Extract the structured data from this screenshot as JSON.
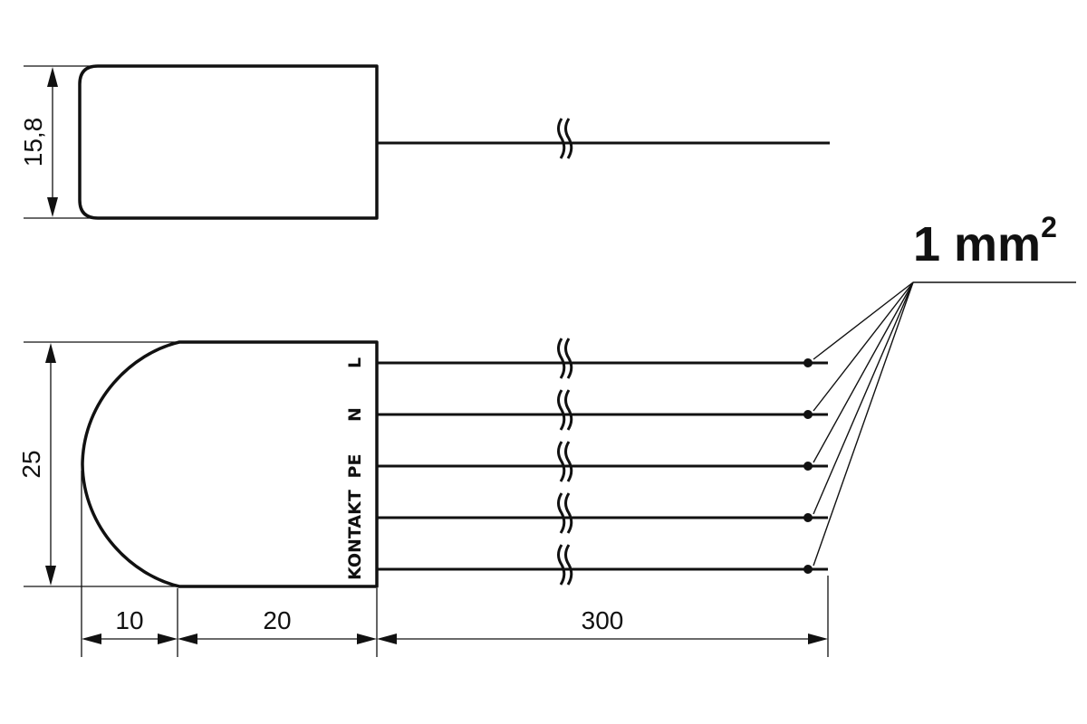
{
  "top_view": {
    "height_dimension": "15,8"
  },
  "front_view": {
    "height_dimension": "25",
    "width_dimensions": [
      "10",
      "20",
      "300"
    ],
    "wire_labels": [
      "L",
      "N",
      "PE",
      "KONTAKT"
    ]
  },
  "cross_section_label": {
    "value": "1 mm",
    "superscript": "2"
  }
}
